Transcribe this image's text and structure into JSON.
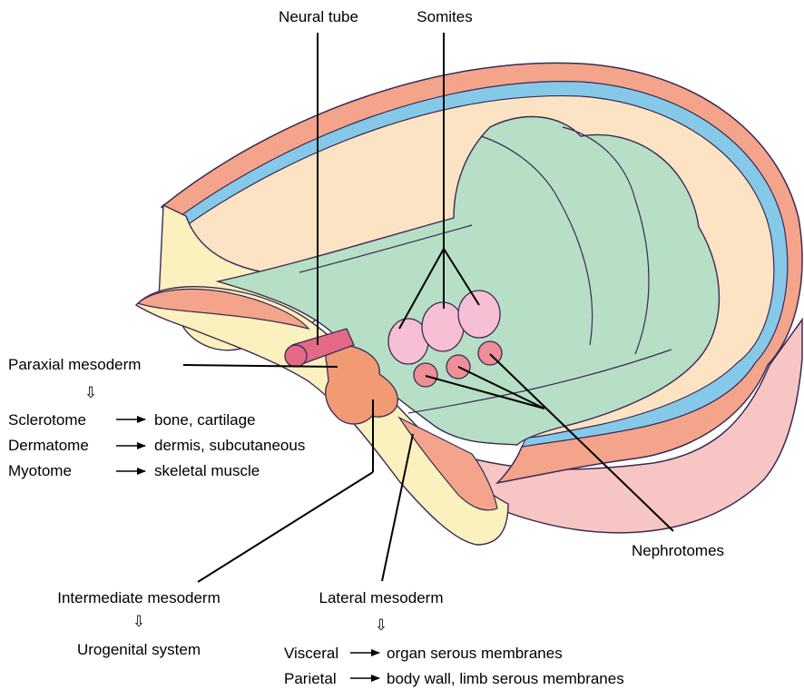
{
  "labels": {
    "neural_tube": "Neural tube",
    "somites": "Somites",
    "paraxial_mesoderm": "Paraxial mesoderm",
    "nephrotomes": "Nephrotomes",
    "intermediate_mesoderm": "Intermediate mesoderm",
    "lateral_mesoderm": "Lateral mesoderm"
  },
  "derivatives": {
    "sclerotome": {
      "term": "Sclerotome",
      "result": "bone, cartilage"
    },
    "dermatome": {
      "term": "Dermatome",
      "result": "dermis, subcutaneous"
    },
    "myotome": {
      "term": "Myotome",
      "result": "skeletal muscle"
    },
    "intermediate_result": "Urogenital system",
    "visceral": {
      "term": "Visceral",
      "result": "organ serous membranes"
    },
    "parietal": {
      "term": "Parietal",
      "result": "body wall, limb serous membranes"
    }
  },
  "colors": {
    "ectoderm": "#f3a48a",
    "amnion_blue": "#86c8e8",
    "yolk_cream": "#fce3c4",
    "mesoderm_green": "#b6dfc6",
    "somite_pink": "#f6bfd4",
    "nephrotome_red": "#ee8e96",
    "paraxial_orange": "#f19a74",
    "neural_tube": "#e26a86",
    "endoderm_yellow": "#fbf1be",
    "body_pink": "#f7c6c4",
    "outline": "#3a2a55"
  }
}
